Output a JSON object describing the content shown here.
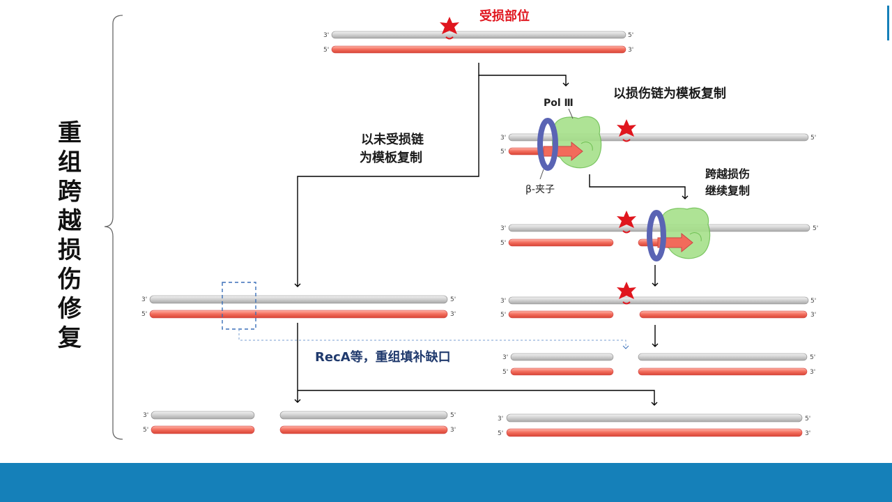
{
  "title_vertical": "重组跨越损伤修复",
  "labels": {
    "damage_site": "受损部位",
    "template_damaged": "以损伤链为模板复制",
    "template_undamaged_l1": "以未受损链",
    "template_undamaged_l2": "为模板复制",
    "bypass_l1": "跨越损伤",
    "bypass_l2": "继续复制",
    "reca": "RecA等，重组填补缺口",
    "pol": "Pol Ⅲ",
    "clamp": "β-夹子"
  },
  "strand_ends": {
    "three_prime": "3'",
    "five_prime": "5'"
  },
  "colors": {
    "template_strand": "#d0d0d0",
    "new_strand": "#f26b5b",
    "damage": "#e0161e",
    "clamp_ring": "#5a64b4",
    "polymerase": "#a6e08a",
    "footer": "#1580b9",
    "dashed_box": "#3a6fb8"
  }
}
